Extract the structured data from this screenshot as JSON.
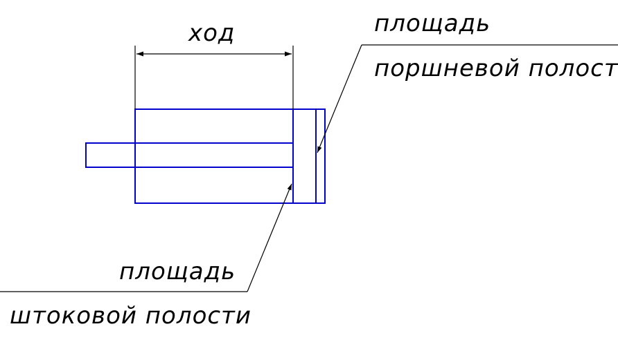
{
  "labels": {
    "stroke": "ход",
    "piston_area_line1": "площадь",
    "piston_area_line2": "поршневой полости",
    "rod_area_line1": "площадь",
    "rod_area_line2": "штоковой полости"
  },
  "colors": {
    "cylinder": "#0000cc",
    "annotation": "#000000",
    "background": "#ffffff"
  }
}
